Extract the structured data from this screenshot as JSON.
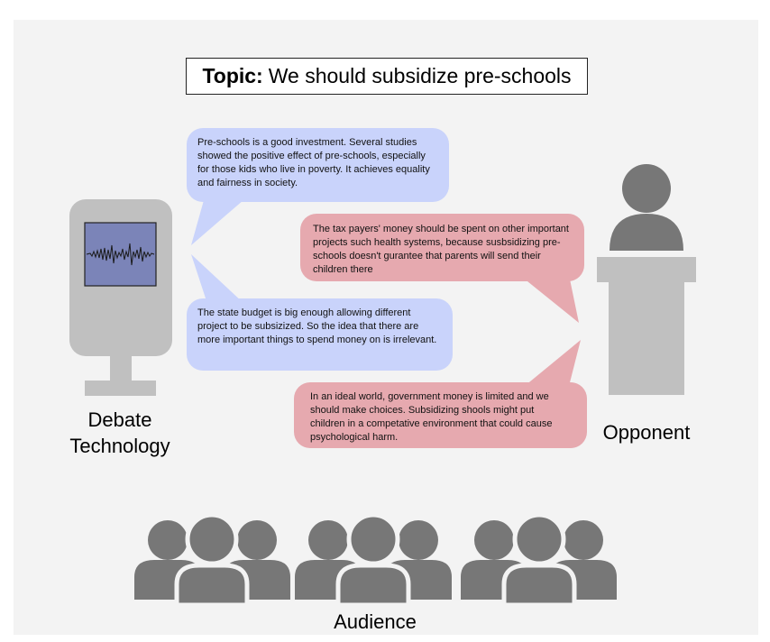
{
  "topic": {
    "prefix": "Topic:",
    "text": "We should subsidize pre-schools"
  },
  "debater_arguments": [
    "Pre-schools is a good investment. Several studies showed the positive effect of pre-schools, especially for those kids who live in poverty. It achieves equality and fairness in society.",
    "The state budget is big enough allowing different project to be subsizized. So the idea that there are more important things to spend money on is irrelevant."
  ],
  "opponent_arguments": [
    "The tax payers' money should be spent on other important projects such health systems, because susbsidizing pre-schools doesn't gurantee that parents will send their children there",
    "In an ideal world, government money is limited and we should make choices. Subsidizing shools might put children in a competative environment that could cause psychological harm."
  ],
  "labels": {
    "debate_technology_line1": "Debate",
    "debate_technology_line2": "Technology",
    "opponent": "Opponent",
    "audience": "Audience"
  },
  "colors": {
    "background": "#f3f3f3",
    "debater_bubble": "#c9d3fb",
    "opponent_bubble": "#e6a9af",
    "figure_gray": "#777777",
    "device_gray": "#c0c0c0",
    "screen": "#7b84b8"
  },
  "icons": {
    "debate_device": "speaker-device-icon",
    "opponent": "speaker-at-podium-icon",
    "audience": "audience-group-icon"
  }
}
